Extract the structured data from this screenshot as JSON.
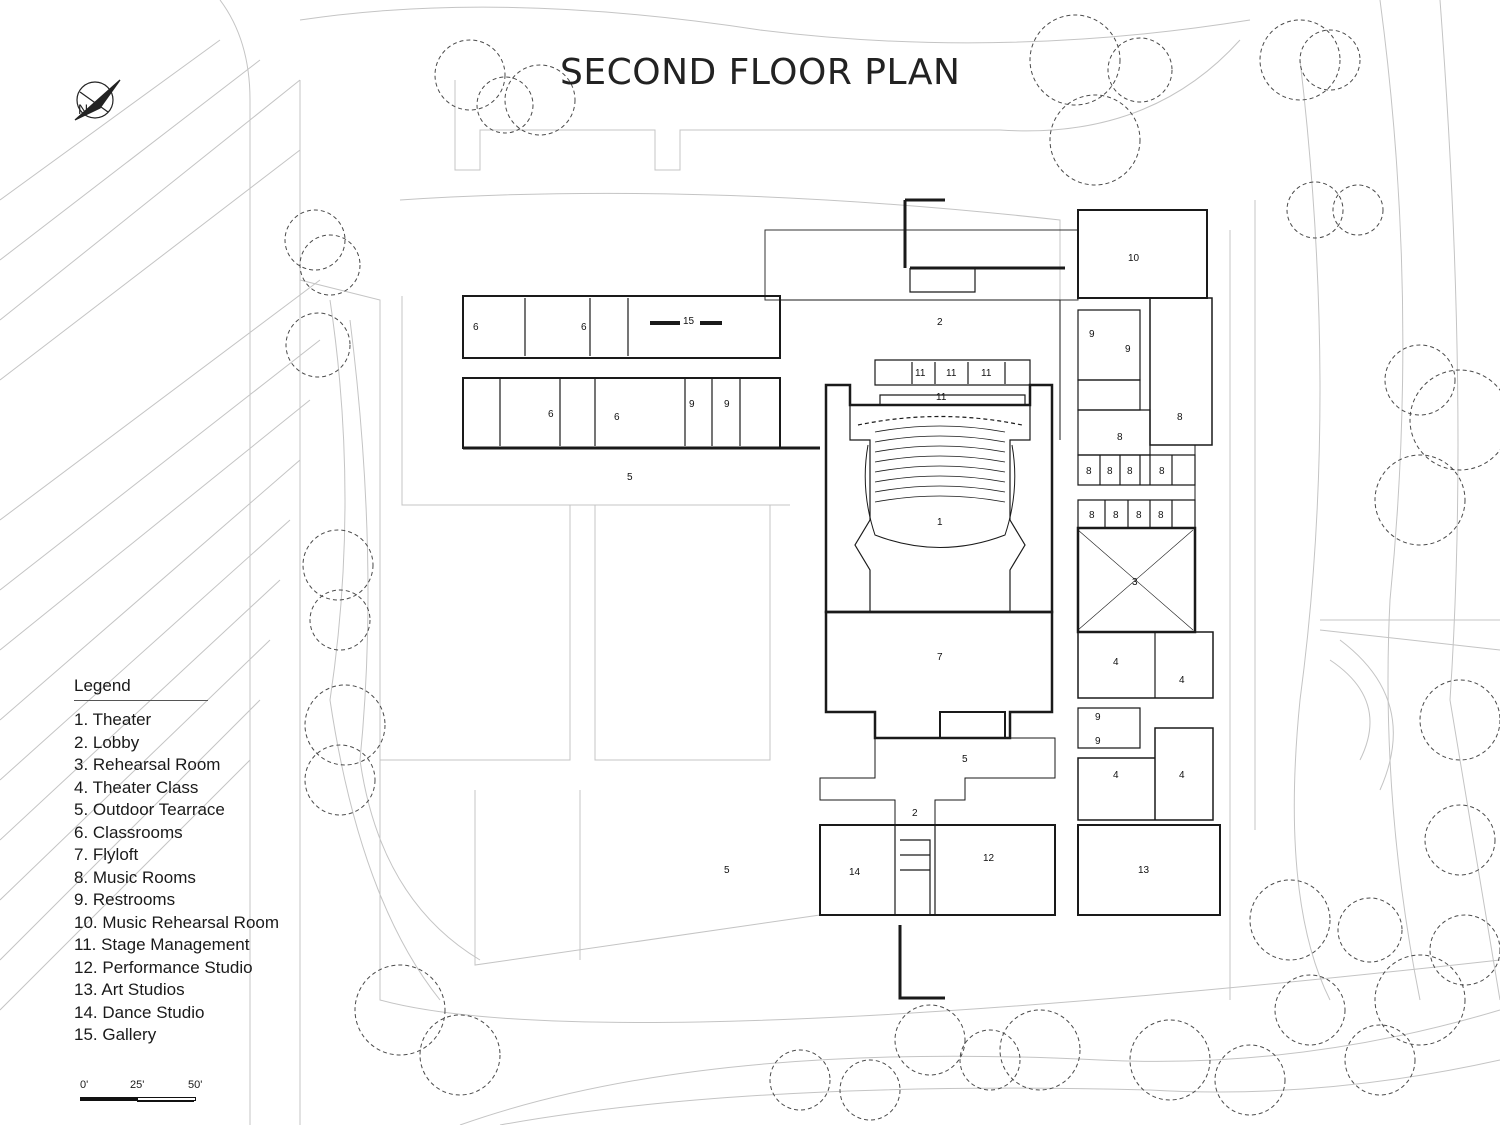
{
  "title": "SECOND FLOOR PLAN",
  "north_arrow": {
    "label": "N",
    "icon": "north-arrow-icon"
  },
  "legend": {
    "heading": "Legend",
    "items": [
      "1. Theater",
      "2. Lobby",
      "3. Rehearsal Room",
      "4.  Theater Class",
      "5. Outdoor Tearrace",
      "6. Classrooms",
      "7. Flyloft",
      "8. Music Rooms",
      "9. Restrooms",
      "10. Music Rehearsal Room",
      "11. Stage Management",
      "12. Performance Studio",
      "13. Art Studios",
      "14. Dance Studio",
      "15. Gallery"
    ]
  },
  "scale": {
    "labels": [
      "0'",
      "25'",
      "50'"
    ]
  },
  "room_labels": {
    "theater": "1",
    "lobby": "2",
    "rehearsal": "3",
    "theater_class": "4",
    "terrace": "5",
    "classroom": "6",
    "flyloft": "7",
    "music_room": "8",
    "restroom": "9",
    "music_rehearsal": "10",
    "stage_mgmt": "11",
    "performance": "12",
    "art": "13",
    "dance": "14",
    "gallery": "15"
  },
  "colors": {
    "line": "#222222",
    "site": "#bdbdbd",
    "tree": "#444444"
  }
}
